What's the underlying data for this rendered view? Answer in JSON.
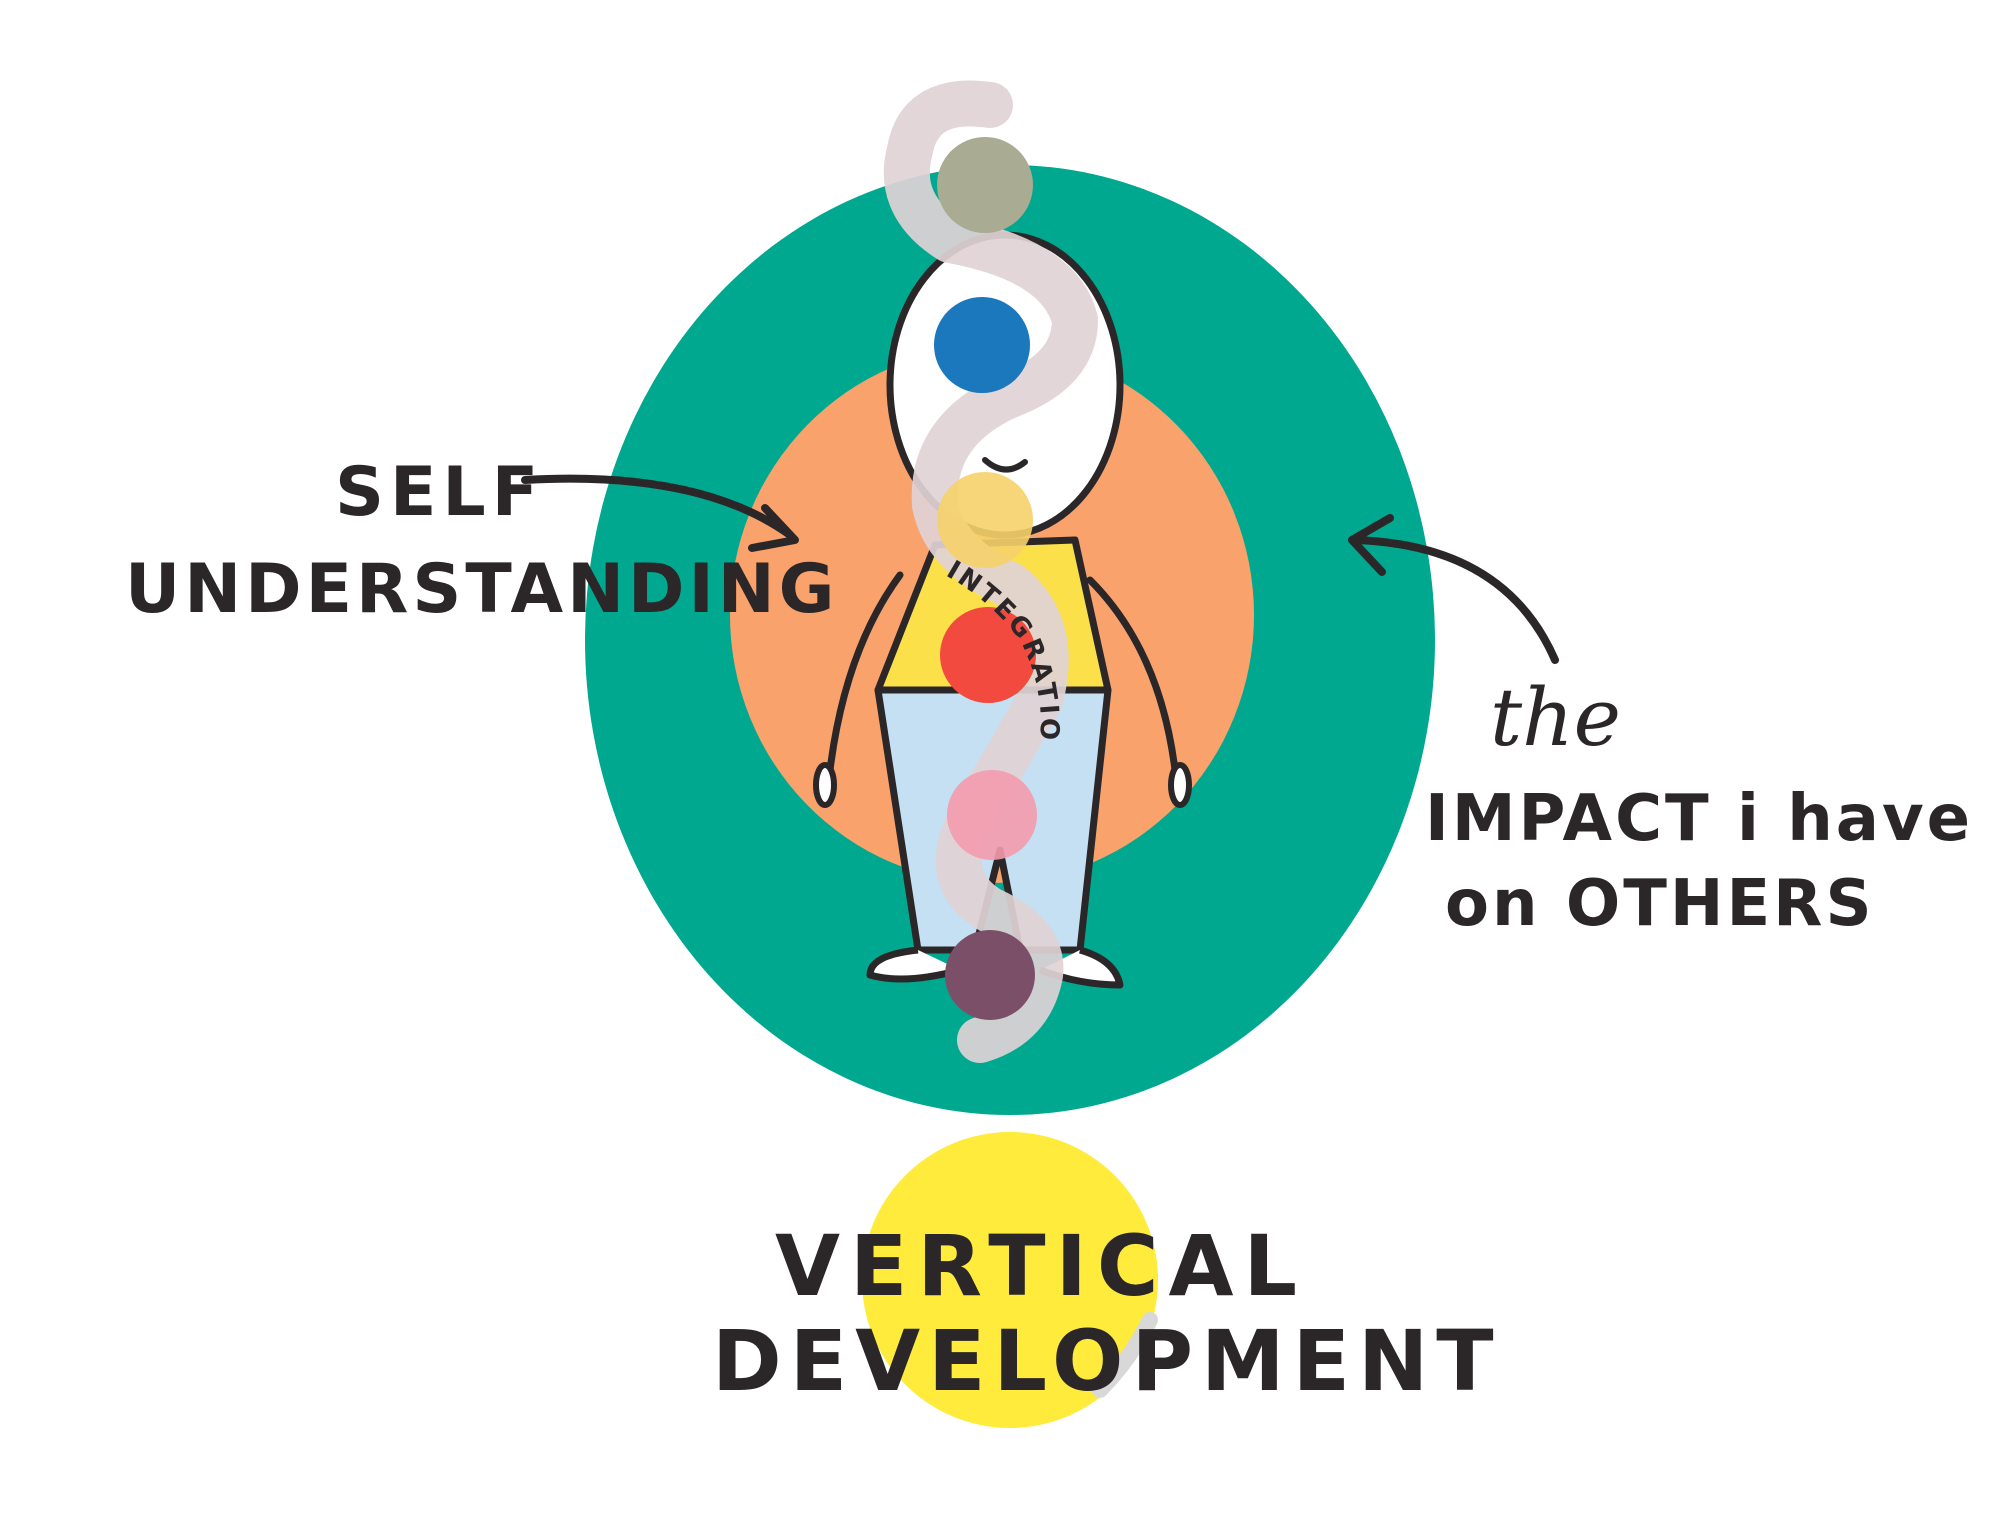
{
  "labels": {
    "self_line1": "SELF",
    "self_line2": "UNDERSTANDING",
    "impact_line1": "the",
    "impact_line2": "IMPACT i have",
    "impact_line3": "on OTHERS",
    "vertical_line1": "VERTICAL",
    "vertical_line2": "DEVELOPMENT",
    "spine": "INTEGRATION"
  },
  "colors": {
    "outer_ring": "#00a88f",
    "inner_disc": "#f9a26c",
    "highlight": "#ffeb3b",
    "shirt": "#fbe04a",
    "pants": "#c4e0f2",
    "spiral": "#dfd2d6",
    "ink": "#2b2628",
    "chakras": [
      "#a9ab92",
      "#1b78bd",
      "#f6d26a",
      "#f24a3f",
      "#f39bad",
      "#7c4f69"
    ]
  }
}
